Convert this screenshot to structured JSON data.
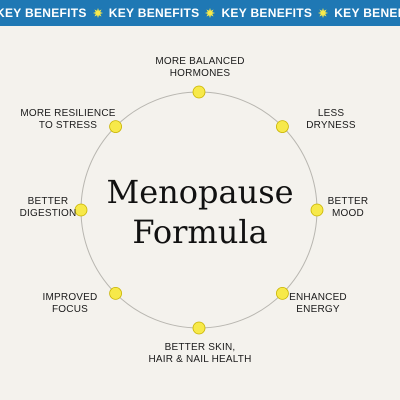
{
  "banner": {
    "text": "KEY BENEFITS",
    "repeat": 5,
    "background": "#1f78b4",
    "star_color": "#f7e94a",
    "star_icon": "sunburst-icon"
  },
  "title": {
    "line1": "Menopause",
    "line2": "Formula"
  },
  "benefits": [
    {
      "line1": "MORE BALANCED",
      "line2": "HORMONES"
    },
    {
      "line1": "LESS",
      "line2": "DRYNESS"
    },
    {
      "line1": "BETTER",
      "line2": "MOOD"
    },
    {
      "line1": "ENHANCED",
      "line2": "ENERGY"
    },
    {
      "line1": "BETTER SKIN,",
      "line2": "HAIR & NAIL HEALTH"
    },
    {
      "line1": "IMPROVED",
      "line2": "FOCUS"
    },
    {
      "line1": "BETTER",
      "line2": "DIGESTION"
    },
    {
      "line1": "MORE RESILIENCE",
      "line2": "TO STRESS"
    }
  ],
  "colors": {
    "background": "#f4f2ed",
    "dot": "#f7e94a",
    "dot_outline": "#c9b400",
    "circle": "#b8b6b0"
  }
}
